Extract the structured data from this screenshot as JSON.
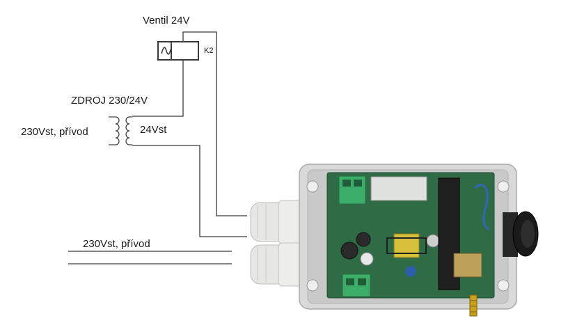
{
  "labels": {
    "valve": "Ventil 24V",
    "relay": "K2",
    "psu": "ZDROJ 230/24V",
    "mains_in_primary": "230Vst, přívod",
    "secondary": "24Vst",
    "mains_in_bottom": "230Vst, přívod"
  },
  "colors": {
    "wire": "#3a3a3a",
    "enclosure": "#d6d6d6",
    "pcb": "#2f6b45",
    "terminal": "#3cae6a",
    "gland": "#e4e4e2",
    "plug": "#1e1e1e",
    "antenna": "#c9a21a"
  },
  "icons": [
    "ac-source-icon",
    "transformer-icon",
    "antenna-icon"
  ]
}
